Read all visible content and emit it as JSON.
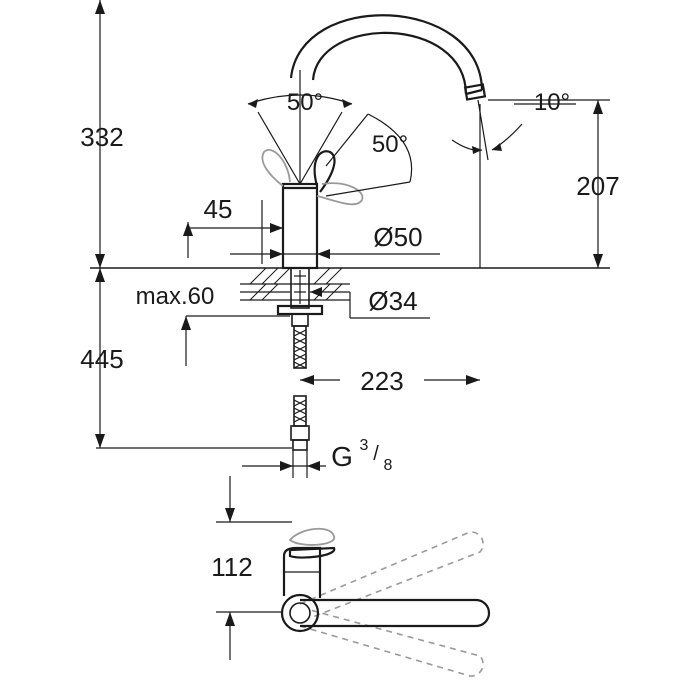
{
  "dimensions": {
    "total_height_above": "332",
    "handle_angle_top": "50°",
    "handle_angle_side": "50°",
    "spout_angle": "10°",
    "spout_height": "207",
    "body_offset": "45",
    "body_diameter": "Ø50",
    "max_deck": "max.60",
    "hole_diameter": "Ø34",
    "below_deck": "445",
    "spout_reach": "223",
    "connection_main": "G",
    "connection_num": "3",
    "connection_den": "8",
    "top_view_offset": "112"
  },
  "colors": {
    "ink": "#1a1a1a",
    "ghost": "#9a9a9a"
  }
}
